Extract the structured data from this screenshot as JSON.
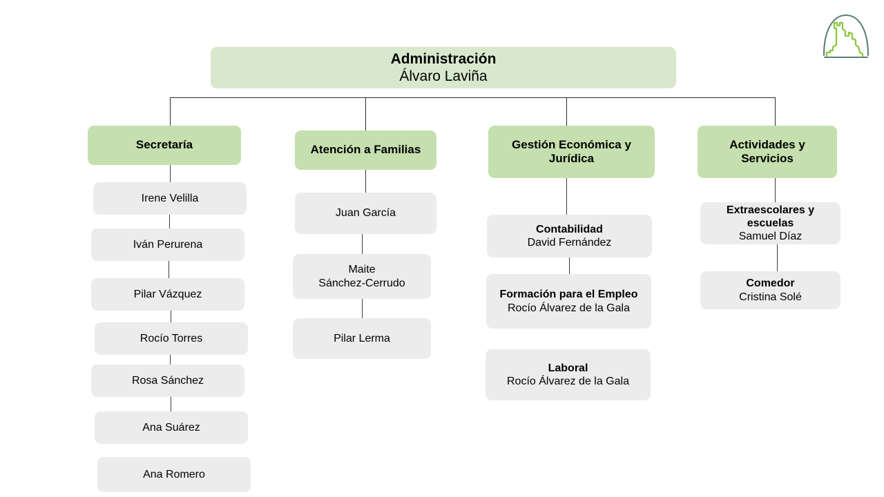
{
  "logo": {
    "name": "organization-logo",
    "arch_color": "#5d7f6e",
    "shape_color": "#8cc63f"
  },
  "colors": {
    "root_box": "#d8e8cd",
    "dept_box": "#c5dfae",
    "leaf_box": "#ececec",
    "connector": "#2b2b2b",
    "text": "#000000",
    "background": "#ffffff"
  },
  "root": {
    "title": "Administración",
    "person": "Álvaro Laviña"
  },
  "departments": [
    {
      "id": "secretaria",
      "title": "Secretaría",
      "members": [
        {
          "title": "",
          "person": "Irene Velilla"
        },
        {
          "title": "",
          "person": "Iván Perurena"
        },
        {
          "title": "",
          "person": "Pilar Vázquez"
        },
        {
          "title": "",
          "person": "Rocío Torres"
        },
        {
          "title": "",
          "person": "Rosa Sánchez"
        },
        {
          "title": "",
          "person": "Ana Suárez"
        },
        {
          "title": "",
          "person": "Ana Romero"
        }
      ]
    },
    {
      "id": "atencion-a-familias",
      "title": "Atención a Familias",
      "members": [
        {
          "title": "",
          "person": "Juan García"
        },
        {
          "title": "",
          "person": "Maite\nSánchez-Cerrudo"
        },
        {
          "title": "",
          "person": "Pilar Lerma"
        }
      ]
    },
    {
      "id": "gestion-economica-y-juridica",
      "title": "Gestión Económica y Jurídica",
      "members": [
        {
          "title": "Contabilidad",
          "person": "David Fernández"
        },
        {
          "title": "Formación para el Empleo",
          "person": "Rocío Álvarez de la Gala"
        },
        {
          "title": "Laboral",
          "person": "Rocío Álvarez de la Gala"
        }
      ]
    },
    {
      "id": "actividades-y-servicios",
      "title": "Actividades y Servicios",
      "members": [
        {
          "title": "Extraescolares y escuelas",
          "person": "Samuel Díaz"
        },
        {
          "title": "Comedor",
          "person": "Cristina Solé"
        }
      ]
    }
  ]
}
